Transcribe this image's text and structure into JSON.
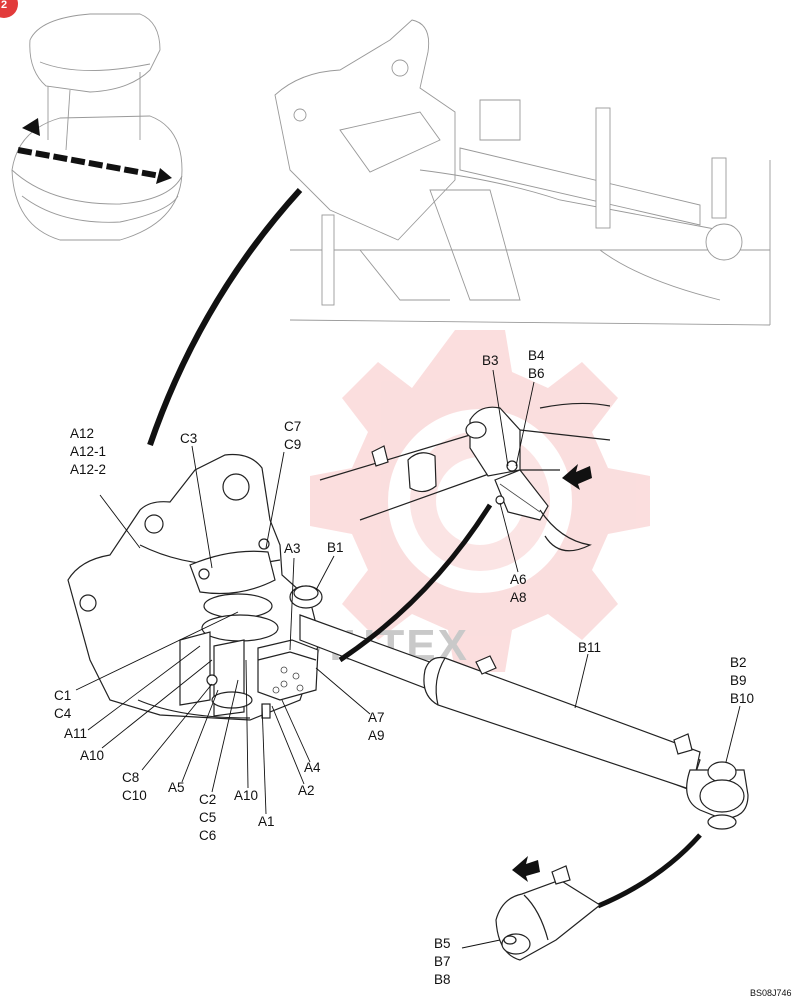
{
  "page_badge": "2",
  "watermark": "VIHTEX",
  "drawing_code": "BS08J746",
  "callouts": {
    "a12": "A12",
    "a12_1": "A12-1",
    "a12_2": "A12-2",
    "c3": "C3",
    "c7": "C7",
    "c9": "C9",
    "a3": "A3",
    "b1": "B1",
    "b3": "B3",
    "b4": "B4",
    "b6": "B6",
    "a6": "A6",
    "a8": "A8",
    "b11": "B11",
    "b2": "B2",
    "b9": "B9",
    "b10": "B10",
    "c1": "C1",
    "c4": "C4",
    "a11": "A11",
    "a10_left": "A10",
    "c8": "C8",
    "c10": "C10",
    "a5": "A5",
    "c2": "C2",
    "c5": "C5",
    "c6": "C6",
    "a10_mid": "A10",
    "a1": "A1",
    "a4": "A4",
    "a2": "A2",
    "a7": "A7",
    "a9": "A9",
    "b5": "B5",
    "b7": "B7",
    "b8": "B8"
  }
}
